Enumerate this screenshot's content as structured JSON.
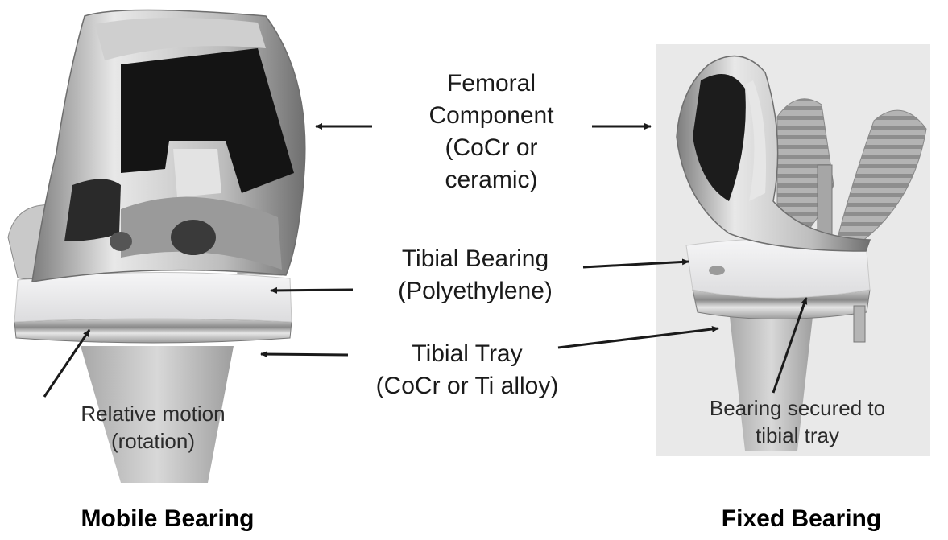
{
  "labels": {
    "femoral": [
      "Femoral",
      "Component",
      "(CoCr or",
      "ceramic)"
    ],
    "bearing": [
      "Tibial Bearing",
      "(Polyethylene)"
    ],
    "tray": [
      "Tibial Tray",
      "(CoCr or Ti alloy)"
    ],
    "relative_motion": [
      "Relative motion",
      "(rotation)"
    ],
    "secured": [
      "Bearing secured to",
      "tibial tray"
    ]
  },
  "captions": {
    "mobile": "Mobile Bearing",
    "fixed": "Fixed Bearing"
  },
  "colors": {
    "text": "#1a1a1a",
    "arrow": "#1a1a1a",
    "fixed_panel_bg": "#e9e9e9",
    "polyethylene": "#efeff0",
    "metal_dark": "#151515",
    "metal_light": "#d9d9d9"
  }
}
